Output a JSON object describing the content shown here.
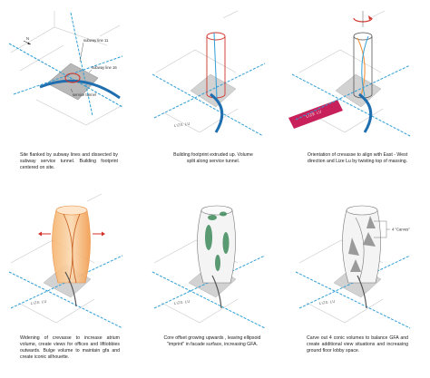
{
  "panels": [
    {
      "id": "p1",
      "labels": {
        "north": "N",
        "subway_line_11": "subway line 11",
        "subway_line_16": "subway line 16",
        "service_tunnel": "service tunnel"
      },
      "caption": "Site flanked by subway lines and dissected by subway service tunnel. Building footprint centered on site."
    },
    {
      "id": "p2",
      "labels": {
        "road": "LIZE LU"
      },
      "caption": "Building footprint extruded up. Volume split along service tunnel."
    },
    {
      "id": "p3",
      "labels": {
        "road": "LIZE LU"
      },
      "caption": "Orientation of crevasse to align with East - West direction and Lize Lu by twisting top of massing."
    },
    {
      "id": "p4",
      "labels": {
        "road": "LIZE LU"
      },
      "caption": "Widening of crevasse to increase atrium volume, create views for offices and liftlobbies outwards. Bulge volume to maintain gfa and create iconic silhouette."
    },
    {
      "id": "p5",
      "labels": {
        "road": "LIZE LU"
      },
      "caption": "Core offset growing upwards , leaving ellipsoid \"imprint\" in facade surface, increasing GFA."
    },
    {
      "id": "p6",
      "labels": {
        "road": "LIZE LU",
        "carves": "4 \"Carves\""
      },
      "caption": "Carve out 4 conic volumes to balance GFA and create additional view situations and increasing ground floor lobby space."
    }
  ],
  "colors": {
    "subway_blue": "#2f9fd6",
    "tunnel_blue": "#1f6fb0",
    "footprint_red": "#d0322a",
    "road_magenta": "#c8205a",
    "orange": "#f29a4a",
    "green": "#3d8a5a",
    "site_grey": "#b8b8b8"
  }
}
